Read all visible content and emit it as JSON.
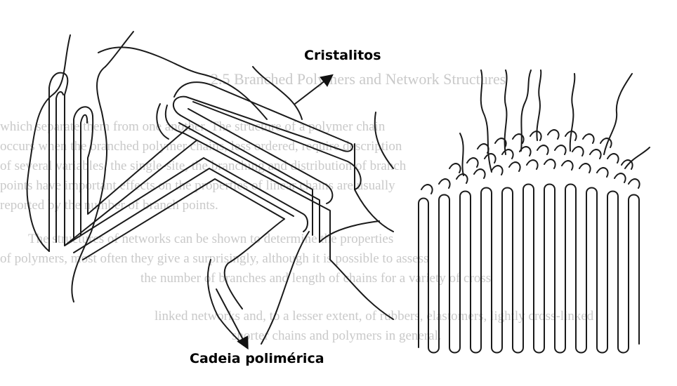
{
  "labels": {
    "crystallites": "Cristalitos",
    "polymer_chain": "Cadeia polimérica"
  },
  "background_text": {
    "heading": "2.5 Branched Polymers and Network Structures",
    "lines": [
      "which separate them from one another. The structure of a polymer chain",
      "occurs when the branched polymer chains, less ordered, require description",
      "of several variables, the single-site, the branching and distribution of branch",
      "points have important effects on the properties of linear chains are usually",
      "reported by the number of branch points.",
      "The structures of networks can be shown to determine the properties",
      "of polymers, most often they give a surprisingly, although it is possible to assess",
      "the number of branches and length of chains for a variety of cross",
      "linked networks and, to a lesser extent, of rubbers, elastomers, lightly cross-linked",
      "shorter chains and polymers in general."
    ]
  },
  "colors": {
    "line": "#1a1a1a",
    "ghost_text": "#c9c9c9",
    "label": "#000000"
  }
}
